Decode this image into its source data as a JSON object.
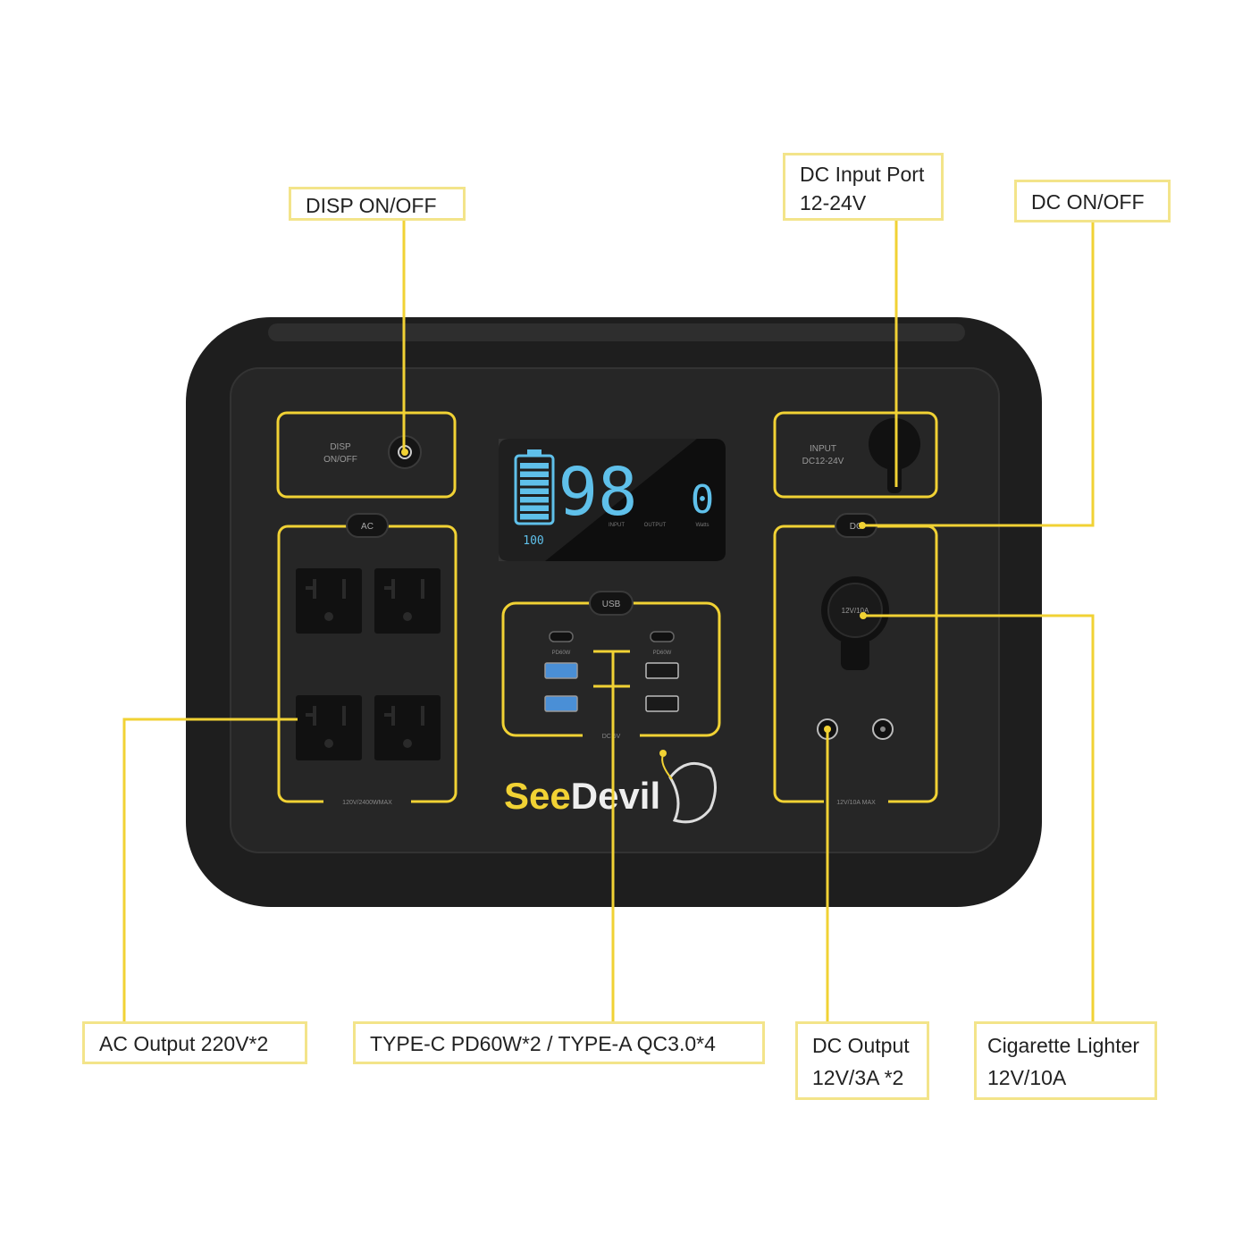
{
  "callouts": {
    "disp": {
      "text": "DISP ON/OFF"
    },
    "dc_input": {
      "line1": "DC Input Port",
      "line2": "12-24V"
    },
    "dc_onoff": {
      "text": "DC ON/OFF"
    },
    "ac_output": {
      "text": "AC Output 220V*2"
    },
    "usb": {
      "text": "TYPE-C PD60W*2 / TYPE-A  QC3.0*4"
    },
    "dc_output": {
      "line1": "DC Output",
      "line2": "12V/3A *2"
    },
    "cig": {
      "line1": "Cigarette Lighter",
      "line2": "12V/10A"
    }
  },
  "device": {
    "disp_label_1": "DISP",
    "disp_label_2": "ON/OFF",
    "input_label_1": "INPUT",
    "input_label_2": "DC12-24V",
    "ac_button": "AC",
    "dc_button": "DC",
    "usb_button": "USB",
    "ac_footer": "120V/2400WMAX",
    "usb_footer": "DC 5V",
    "dc_footer": "12V/10A MAX",
    "cig_socket_label": "12V/10A",
    "pd_label": "PD60W",
    "brand_see": "See",
    "brand_devil": "Devil"
  },
  "display": {
    "battery_percent": "98",
    "battery_level": 0.98,
    "output_watts": "0",
    "battery_small": "100",
    "input_label": "INPUT",
    "output_label": "OUTPUT",
    "watts_label": "Watts"
  },
  "colors": {
    "accent_yellow": "#f1d234",
    "callout_border": "#f3e48a",
    "body": "#1e1e1e",
    "panel": "#262626",
    "lcd_blue": "#5fc0ea"
  }
}
